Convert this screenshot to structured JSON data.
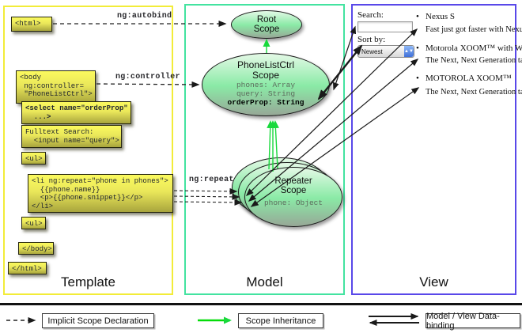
{
  "template": {
    "label": "Template",
    "code_boxes": {
      "html_open": "<html>",
      "body_open": "<body\n ng:controller=\n \"PhoneListCtrl\">",
      "select": "<select name=\"orderProp\"\n  ...>",
      "fulltext": "Fulltext Search:\n  <input name=\"query\">",
      "ul_open": "<ul>",
      "li_repeat": "<li ng:repeat=\"phone in phones\">\n  {{phone.name}}\n  <p>{{phone.snippet}}</p>\n</li>",
      "ul_close": "<ul>",
      "body_close": "</body>",
      "html_close": "</html>"
    }
  },
  "model": {
    "label": "Model",
    "root_scope": {
      "title": "Root\nScope"
    },
    "phonelistctrl_scope": {
      "title": "PhoneListCtrl\nScope",
      "props": "phones: Array\nquery: String",
      "bold_prop": "orderProp: String"
    },
    "repeater_scope": {
      "title": "Repeater\nScope",
      "prop": "phone: Object"
    }
  },
  "view": {
    "label": "View",
    "search_label": "Search:",
    "sort_label": "Sort by:",
    "sort_value": "Newest",
    "bullet_glyph": "•",
    "items": [
      {
        "title": "Nexus S",
        "desc": "Fast just got faster with Nexus S."
      },
      {
        "title": "Motorola XOOM™  with Wi-Fi",
        "desc": "The Next, Next Generation tablet."
      },
      {
        "title": "MOTOROLA XOOM™",
        "desc": "The Next, Next Generation tablet."
      }
    ]
  },
  "annotations": {
    "autobind": "ng:autobind",
    "controller": "ng:controller",
    "repeat": "ng:repeat"
  },
  "legend": {
    "implicit": "Implicit Scope Declaration",
    "inheritance": "Scope Inheritance",
    "binding": "Model / View Data-binding"
  },
  "colors": {
    "template_border": "#f2ec38",
    "model_border": "#43e3a0",
    "view_border": "#5948e9",
    "scope_green": "#18d93c",
    "arrow_black": "#1a1a1a"
  }
}
